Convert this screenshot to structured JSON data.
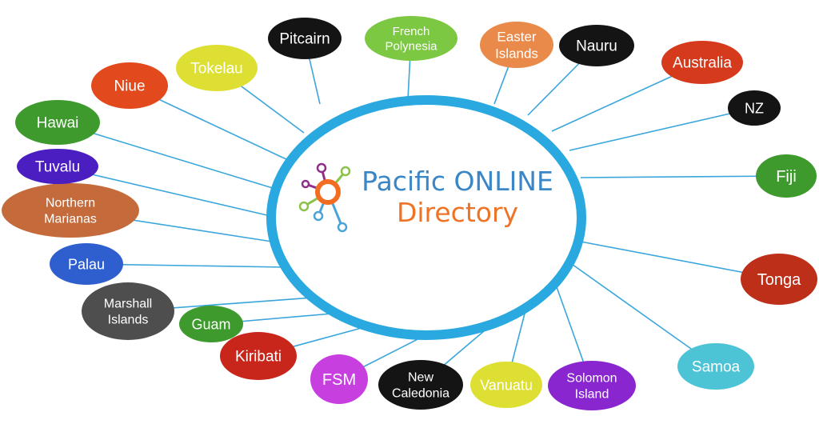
{
  "center": {
    "title_line1": "Pacific ONLINE",
    "title_line2": "Directory",
    "colors": {
      "ring": "#29a9df",
      "title1": "#3b86c6",
      "title2": "#ef7326",
      "logo_core": "#f26c22"
    }
  },
  "connector_color": "#3aa6dc",
  "nodes": [
    {
      "id": "pitcairn",
      "label": [
        "Pitcairn"
      ],
      "color": "#141414",
      "text_color": "#ffffff"
    },
    {
      "id": "french-polynesia",
      "label": [
        "French",
        "Polynesia"
      ],
      "color": "#7dc843",
      "text_color": "#ffffff"
    },
    {
      "id": "easter-islands",
      "label": [
        "Easter",
        "Islands"
      ],
      "color": "#e98a4a",
      "text_color": "#ffffff"
    },
    {
      "id": "nauru",
      "label": [
        "Nauru"
      ],
      "color": "#141414",
      "text_color": "#ffffff"
    },
    {
      "id": "australia",
      "label": [
        "Australia"
      ],
      "color": "#d53a1d",
      "text_color": "#ffffff"
    },
    {
      "id": "nz",
      "label": [
        "NZ"
      ],
      "color": "#141414",
      "text_color": "#ffffff"
    },
    {
      "id": "fiji",
      "label": [
        "Fiji"
      ],
      "color": "#3f9a2e",
      "text_color": "#ffffff"
    },
    {
      "id": "tonga",
      "label": [
        "Tonga"
      ],
      "color": "#bd2f18",
      "text_color": "#ffffff"
    },
    {
      "id": "samoa",
      "label": [
        "Samoa"
      ],
      "color": "#4cc4d6",
      "text_color": "#ffffff"
    },
    {
      "id": "solomon-island",
      "label": [
        "Solomon",
        "Island"
      ],
      "color": "#8a26cf",
      "text_color": "#ffffff"
    },
    {
      "id": "vanuatu",
      "label": [
        "Vanuatu"
      ],
      "color": "#dde033",
      "text_color": "#ffffff"
    },
    {
      "id": "new-caledonia",
      "label": [
        "New",
        "Caledonia"
      ],
      "color": "#141414",
      "text_color": "#ffffff"
    },
    {
      "id": "fsm",
      "label": [
        "FSM"
      ],
      "color": "#c83fdf",
      "text_color": "#ffffff"
    },
    {
      "id": "kiribati",
      "label": [
        "Kiribati"
      ],
      "color": "#c8261b",
      "text_color": "#ffffff"
    },
    {
      "id": "guam",
      "label": [
        "Guam"
      ],
      "color": "#3f9a2e",
      "text_color": "#ffffff"
    },
    {
      "id": "marshall-islands",
      "label": [
        "Marshall",
        "Islands"
      ],
      "color": "#4e4e4e",
      "text_color": "#ffffff"
    },
    {
      "id": "palau",
      "label": [
        "Palau"
      ],
      "color": "#2f5fcf",
      "text_color": "#ffffff"
    },
    {
      "id": "northern-marianas",
      "label": [
        "Northern",
        "Marianas"
      ],
      "color": "#c56a3a",
      "text_color": "#ffffff"
    },
    {
      "id": "tuvalu",
      "label": [
        "Tuvalu"
      ],
      "color": "#4a1ec0",
      "text_color": "#ffffff"
    },
    {
      "id": "hawai",
      "label": [
        "Hawai"
      ],
      "color": "#3f9a2e",
      "text_color": "#ffffff"
    },
    {
      "id": "niue",
      "label": [
        "Niue"
      ],
      "color": "#e24a1d",
      "text_color": "#ffffff"
    },
    {
      "id": "tokelau",
      "label": [
        "Tokelau"
      ],
      "color": "#dde033",
      "text_color": "#ffffff"
    }
  ]
}
